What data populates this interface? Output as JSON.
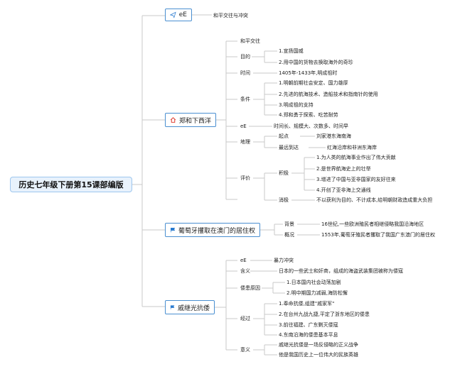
{
  "root": "历史七年级下册第15课部编版",
  "b1": {
    "label": "eE",
    "child": "和平交往与冲突"
  },
  "b2": {
    "label": "郑和下西洋",
    "heping": "和平交往",
    "mudi": {
      "label": "目的",
      "items": [
        "1.宣扬国威",
        "2.用中国的货物去换取海外的奇珍"
      ]
    },
    "shijian": {
      "label": "时间",
      "value": "1405年-1433年,明成祖时"
    },
    "tiaojian": {
      "label": "条件",
      "items": [
        "1.明朝前期社会安定、国力雄厚",
        "2.先进的航海技术、造船技术和指南针的使用",
        "3.明成祖的支持",
        "4.郑和勇于探索、吃苦耐劳"
      ]
    },
    "ee": {
      "label": "eE",
      "value": "时间长、规模大、次数多、时间早"
    },
    "dili": {
      "label": "地理",
      "qidian": "起点",
      "qidian_v": "刘家港东海南海",
      "zuiyuan": "最远到达",
      "zuiyuan_v": "红海沿岸和非洲东海岸"
    },
    "pingjia": {
      "label": "评价",
      "jiji": "积极",
      "jiji_items": [
        "1.为人类的航海事业作出了伟大贡献",
        "2.是世界航海史上的壮举",
        "3.增进了中国与亚非国家的友好往来",
        "4.开创了亚非海上交通线"
      ],
      "xiaoji": "消极",
      "xiaoji_v": "不以获利为目的、不计成本,给明朝财政造成重大负担"
    }
  },
  "b3": {
    "label": "葡萄牙攫取在澳门的居住权",
    "beijing": "背景",
    "beijing_v": "16世纪,一些欧洲殖民者相继侵略我国沿海地区",
    "gaikuang": "概况",
    "gaikuang_v": "1553年,葡萄牙殖民者攫取了我国广东澳门的居住权"
  },
  "b4": {
    "label": "戚继光抗倭",
    "ee": "eE",
    "ee_v": "暴力冲突",
    "hanyi": "含义",
    "hanyi_v": "日本的一些武士和奸商，组成的海盗武装集团被称为倭寇",
    "yuanyin": "倭患原因",
    "yuanyin_items": [
      "1.日本国内社会动荡加剧",
      "2.明中期国力减弱,海防松懈"
    ],
    "jingguo": "经过",
    "jingguo_items": [
      "1.奉命抗倭,组建\"戚家军\"",
      "2.在台州九战九捷,平定了浙东地区的倭患",
      "3.前往福建、广东剿灭倭寇",
      "4.东南沿海的倭患基本平息"
    ],
    "yiyi": "意义",
    "yiyi_items": [
      "戚继光抗倭是一场反侵略的正义战争",
      "他是我国历史上一位伟大的民族英雄"
    ]
  }
}
